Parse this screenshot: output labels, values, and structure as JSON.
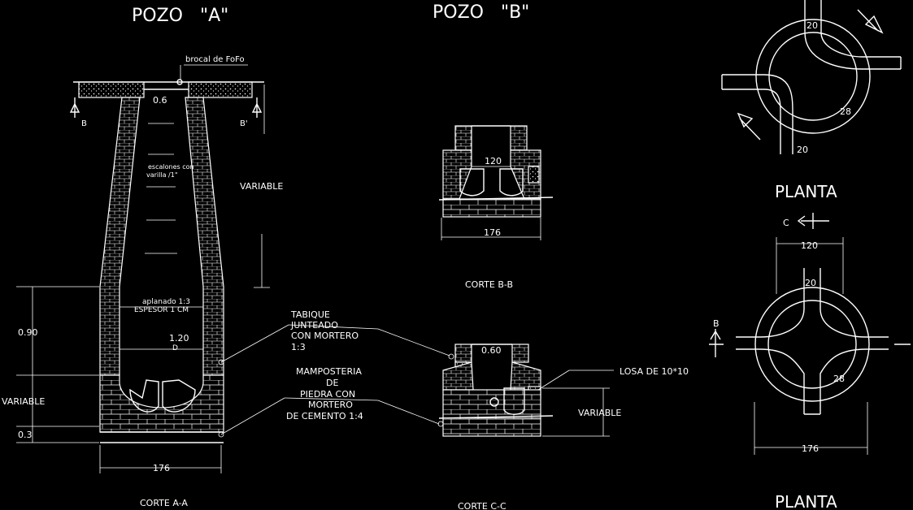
{
  "titles": {
    "pozo_a": "POZO   \"A\"",
    "pozo_b": "POZO   \"B\"",
    "planta_top": "PLANTA",
    "planta_bottom": "PLANTA"
  },
  "corte_aa": {
    "brocal": "brocal de FoFo",
    "top_width": "0.6",
    "sec_b_left": "B",
    "sec_b_right": "B'",
    "escalones_1": "escalones con",
    "escalones_2": "varilla /1\"",
    "variable_mid": "VARIABLE",
    "aplanado_1": "aplanado 1:3",
    "aplanado_2": "ESPESOR 1 CM",
    "inner_width": "1.20",
    "inner_d": "D",
    "dim_090": "0.90",
    "dim_variable": "VARIABLE",
    "dim_03": "0.3",
    "bottom_width": "176",
    "caption": "CORTE A-A"
  },
  "notes": {
    "tabique": [
      "TABIQUE",
      "JUNTEADO",
      "CON MORTERO",
      "1:3"
    ],
    "mamposteria": [
      "MAMPOSTERIA",
      "DE",
      "PIEDRA CON",
      "MORTERO",
      "DE CEMENTO 1:4"
    ]
  },
  "corte_bb": {
    "inner": "120",
    "width": "176",
    "caption": "CORTE B-B"
  },
  "corte_cc": {
    "top": "0.60",
    "losa": "LOSA DE 10*10",
    "variable": "VARIABLE",
    "caption": "CORTE C-C"
  },
  "planta_top": {
    "d1": "20",
    "d2": "20",
    "d3": "28"
  },
  "planta_bottom": {
    "c_label": "C",
    "b_label": "B",
    "w120": "120",
    "d1": "20",
    "d2": "28",
    "w176": "176"
  }
}
